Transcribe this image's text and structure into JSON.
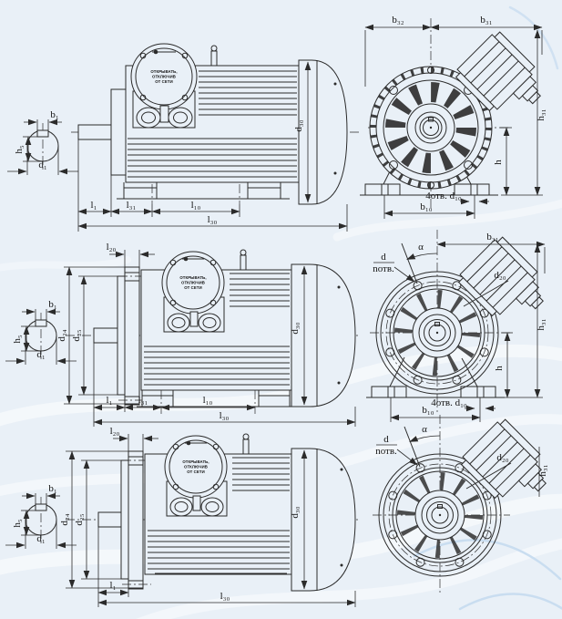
{
  "labels": {
    "b1": "b₁",
    "h5": "h₅",
    "d1": "d₁",
    "l1": "l₁",
    "l31": "l₃₁",
    "l10": "l₁₀",
    "l30": "l₃₀",
    "l20": "l₂₀",
    "d24": "d₂₄",
    "d25": "d₂₅",
    "d30": "d₃₀",
    "d20": "d₂₀",
    "b32": "b₃₂",
    "b31": "b₃₁",
    "b10": "b₁₀",
    "h": "h",
    "h31": "h₃₁",
    "alpha": "α",
    "holes_d10": "4отв. d₁₀",
    "frac_d": "d",
    "frac_n": "nотв."
  },
  "terminal_box_warning": {
    "line1": "ОТКРЫВАТЬ,",
    "line2": "ОТКЛЮЧИВ",
    "line3": "ОТ СЕТИ"
  },
  "colors": {
    "background": "#e9f0f7",
    "line": "#2b2b2b",
    "wave": "#ffffff",
    "accent_wave": "#c9ddf0"
  }
}
